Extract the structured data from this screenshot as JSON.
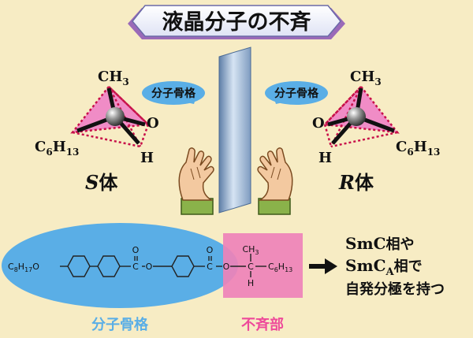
{
  "title": "液晶分子の不斉",
  "skeleton_bubble": "分子骨格",
  "left_enantiomer": {
    "top": "CH3",
    "o": "O",
    "left": "C6H13",
    "h": "H",
    "label_letter": "S",
    "label_suffix": "体"
  },
  "right_enantiomer": {
    "top": "CH3",
    "o": "O",
    "right": "C6H13",
    "h": "H",
    "label_letter": "R",
    "label_suffix": "体"
  },
  "formula": {
    "alkoxy": "C8H17O",
    "carbonyl_o": "O",
    "ester_c": "C",
    "ester_o": "O",
    "ch3": "CH3",
    "chiral_c": "C",
    "h": "H",
    "hexyl": "C6H13"
  },
  "conclusion": {
    "line1_main": "SmC",
    "line1_suffix": "相や",
    "line2_main": "SmC",
    "line2_sub": "A",
    "line2_suffix": "相で",
    "line3": "自発分極を持つ"
  },
  "bottom_labels": {
    "skeleton": "分子骨格",
    "chiral": "不斉部"
  },
  "colors": {
    "background": "#f7ecc4",
    "skeleton_blue": "#5aaee6",
    "chiral_pink": "#ee82b8",
    "tetra_pink": "#f08cc6",
    "dotted_red": "#c8104a",
    "title_banner": "#eef0fb",
    "mirror": "#8fa8c8",
    "skin": "#f3c9a0",
    "sleeve": "#8ab24a"
  }
}
